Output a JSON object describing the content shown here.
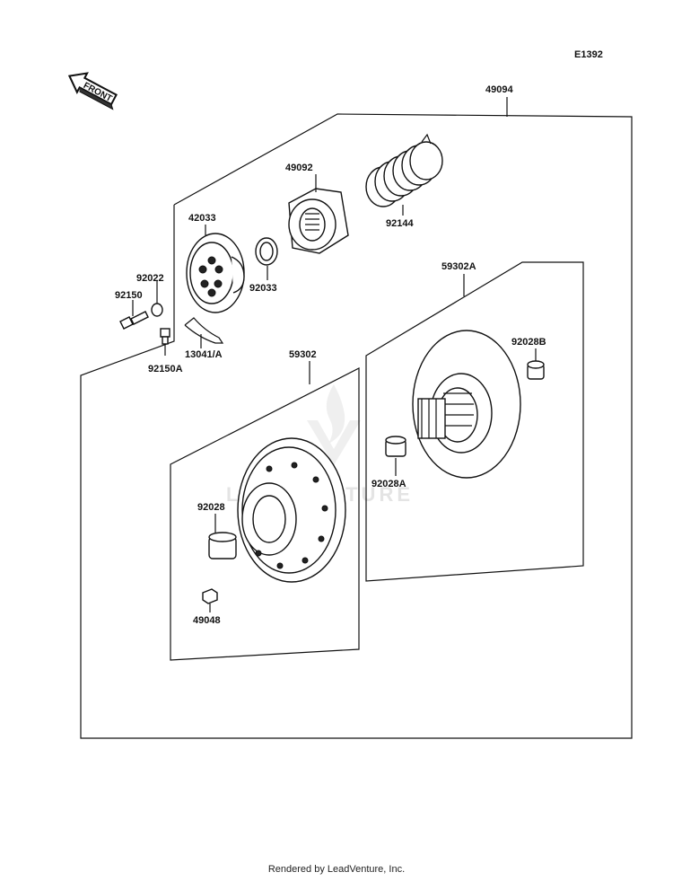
{
  "diagram_id": "E1392",
  "front_label": "FRONT",
  "watermark": "LEADVENTURE",
  "footer": "Rendered by LeadVenture, Inc.",
  "parts": [
    {
      "id": "49094"
    },
    {
      "id": "49092"
    },
    {
      "id": "92144"
    },
    {
      "id": "42033"
    },
    {
      "id": "92022"
    },
    {
      "id": "92150"
    },
    {
      "id": "92033"
    },
    {
      "id": "13041/A"
    },
    {
      "id": "92150A"
    },
    {
      "id": "59302A"
    },
    {
      "id": "92028B"
    },
    {
      "id": "59302"
    },
    {
      "id": "92028A"
    },
    {
      "id": "92028"
    },
    {
      "id": "49048"
    }
  ]
}
